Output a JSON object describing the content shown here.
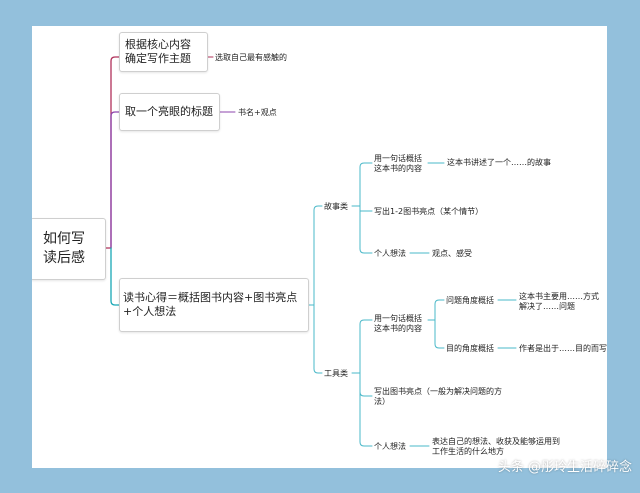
{
  "root": {
    "line1": "如何写",
    "line2": "读后感"
  },
  "branch1": {
    "line1": "根据核心内容",
    "line2": "确定写作主题",
    "note": "选取自己最有感触的"
  },
  "branch2": {
    "label": "取一个亮眼的标题",
    "note": "书名+观点"
  },
  "branch3": {
    "line1": "读书心得＝概括图书内容+图书亮点",
    "line2": "+个人想法",
    "story": {
      "label": "故事类",
      "summary": {
        "line1": "用一句话概括",
        "line2": "这本书的内容",
        "note": "这本书讲述了一个……的故事"
      },
      "highlight": "写出1-2图书亮点（某个情节）",
      "thoughts": {
        "label": "个人想法",
        "note": "观点、感受"
      }
    },
    "tool": {
      "label": "工具类",
      "summary": {
        "line1": "用一句话概括",
        "line2": "这本书的内容",
        "problem": {
          "label": "问题角度概括",
          "note1": "这本书主要用……方式",
          "note2": "解决了……问题"
        },
        "purpose": {
          "label": "目的角度概括",
          "note": "作者是出于……目的而写的"
        }
      },
      "highlight": {
        "line1": "写出图书亮点（一般为解决问题的方",
        "line2": "法）"
      },
      "thoughts": {
        "label": "个人想法",
        "note1": "表达自己的想法、收获及能够运用到",
        "note2": "工作生活的什么地方"
      }
    }
  },
  "watermark": "头条 @彤玲生活碎碎念",
  "colors": {
    "background": "#93c0dc",
    "branch1": "#b0315a",
    "branch2": "#8e44ad",
    "branch3": "#18a7b5",
    "connector": "#4ab8c8"
  }
}
